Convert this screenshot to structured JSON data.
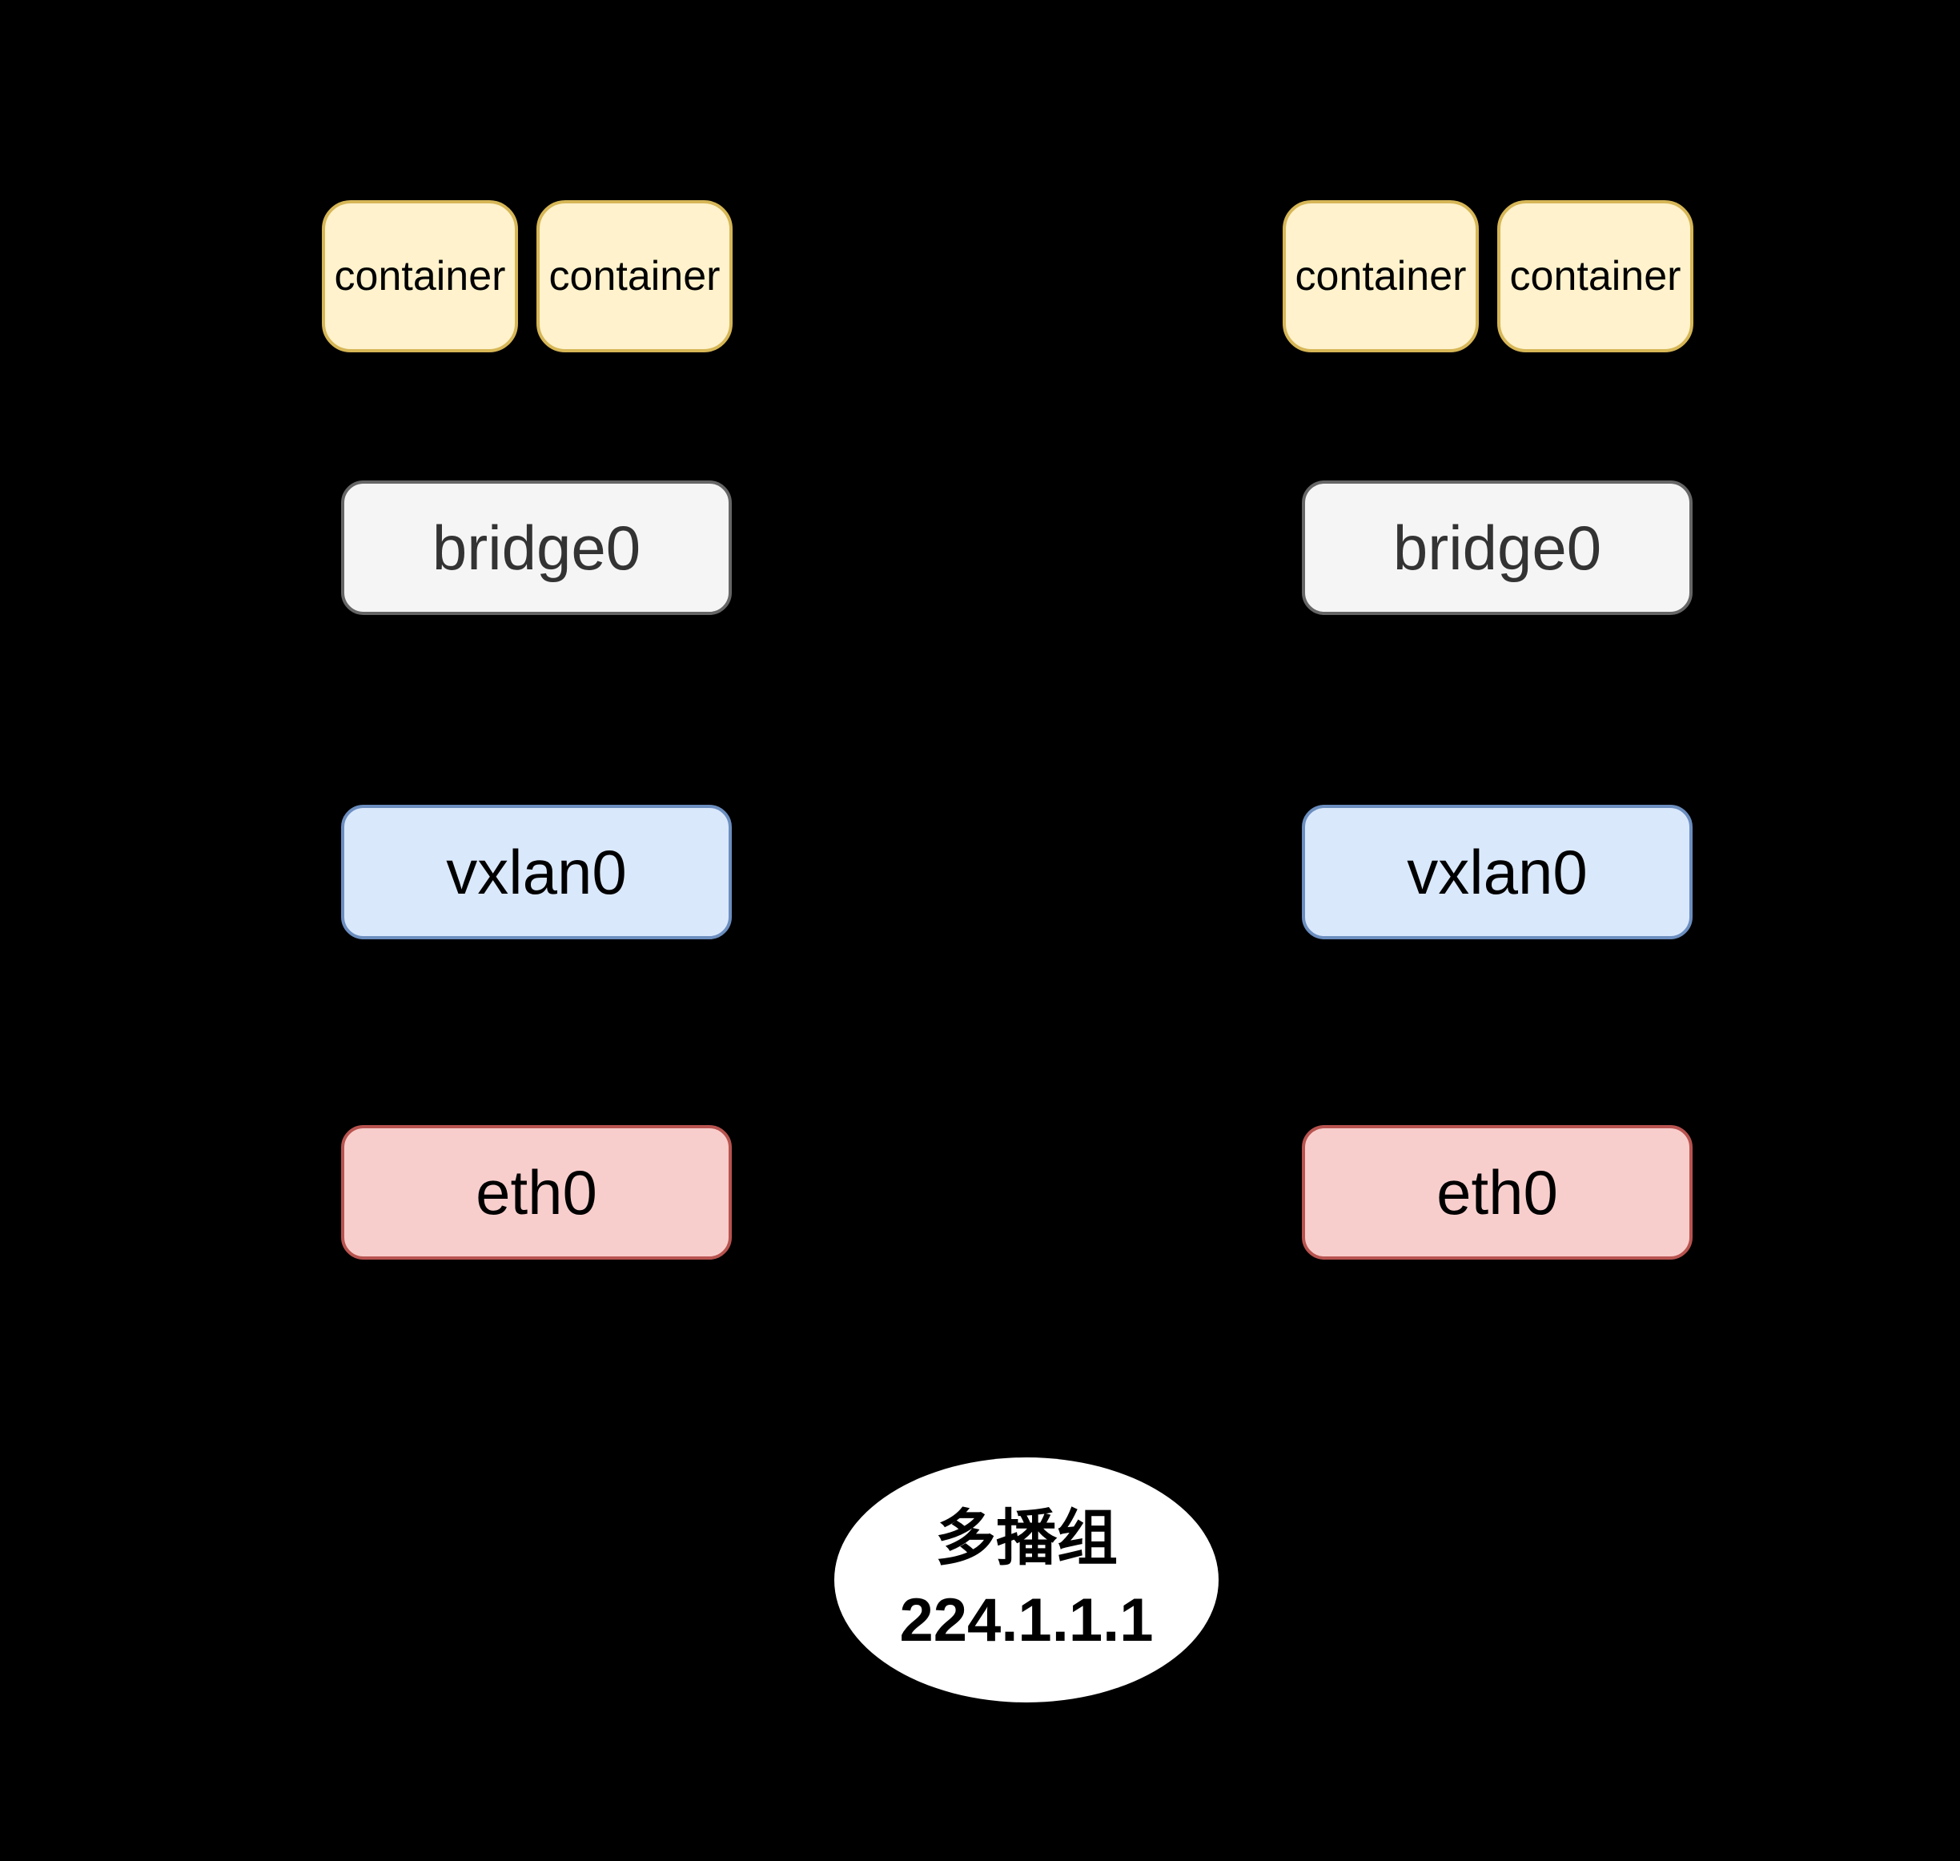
{
  "theme": {
    "background": "#000000",
    "container_fill": "#fff2cc",
    "container_stroke": "#d6b656",
    "bridge_fill": "#f5f5f5",
    "bridge_stroke": "#666666",
    "bridge_text": "#333333",
    "vxlan_fill": "#dae8fc",
    "vxlan_stroke": "#6c8ebf",
    "eth_fill": "#f8cecc",
    "eth_stroke": "#b85450",
    "node_text": "#000000",
    "ellipse_fill": "#ffffff",
    "ellipse_text": "#000000"
  },
  "hosts": [
    {
      "side": "left",
      "containers": [
        {
          "label": "container"
        },
        {
          "label": "container"
        }
      ],
      "bridge": {
        "label": "bridge0"
      },
      "vxlan": {
        "label": "vxlan0"
      },
      "eth": {
        "label": "eth0"
      }
    },
    {
      "side": "right",
      "containers": [
        {
          "label": "container"
        },
        {
          "label": "container"
        }
      ],
      "bridge": {
        "label": "bridge0"
      },
      "vxlan": {
        "label": "vxlan0"
      },
      "eth": {
        "label": "eth0"
      }
    }
  ],
  "multicast_group": {
    "name": "多播组",
    "address": "224.1.1.1"
  }
}
